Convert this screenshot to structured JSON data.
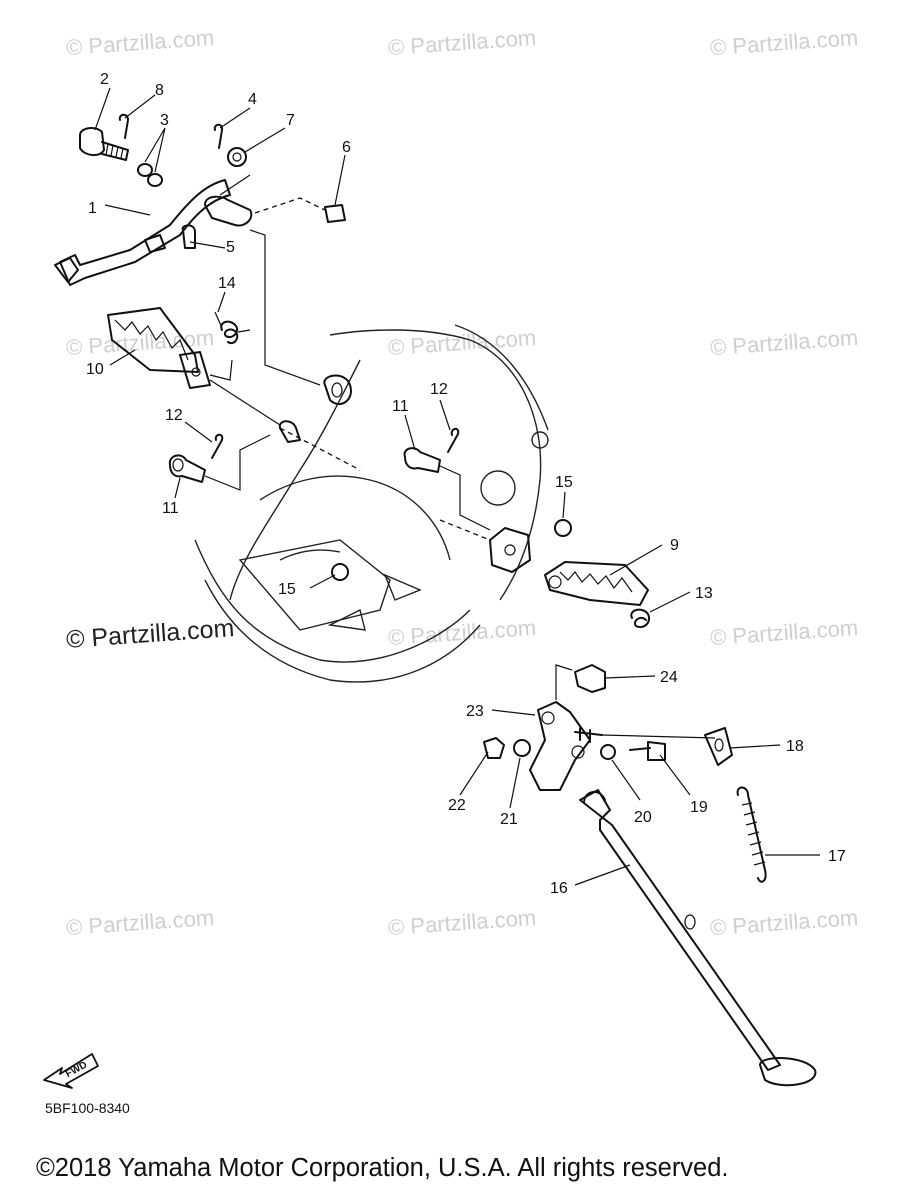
{
  "watermark": "© Partzilla.com",
  "callouts": [
    {
      "id": "c1",
      "label": "1"
    },
    {
      "id": "c2",
      "label": "2"
    },
    {
      "id": "c3",
      "label": "3"
    },
    {
      "id": "c4",
      "label": "4"
    },
    {
      "id": "c5",
      "label": "5"
    },
    {
      "id": "c6",
      "label": "6"
    },
    {
      "id": "c7",
      "label": "7"
    },
    {
      "id": "c8",
      "label": "8"
    },
    {
      "id": "c9",
      "label": "9"
    },
    {
      "id": "c10",
      "label": "10"
    },
    {
      "id": "c11a",
      "label": "11"
    },
    {
      "id": "c11b",
      "label": "11"
    },
    {
      "id": "c12a",
      "label": "12"
    },
    {
      "id": "c12b",
      "label": "12"
    },
    {
      "id": "c13",
      "label": "13"
    },
    {
      "id": "c14",
      "label": "14"
    },
    {
      "id": "c15a",
      "label": "15"
    },
    {
      "id": "c15b",
      "label": "15"
    },
    {
      "id": "c16",
      "label": "16"
    },
    {
      "id": "c17",
      "label": "17"
    },
    {
      "id": "c18",
      "label": "18"
    },
    {
      "id": "c19",
      "label": "19"
    },
    {
      "id": "c20",
      "label": "20"
    },
    {
      "id": "c21",
      "label": "21"
    },
    {
      "id": "c22",
      "label": "22"
    },
    {
      "id": "c23",
      "label": "23"
    },
    {
      "id": "c24",
      "label": "24"
    }
  ],
  "fwd_label": "FWD",
  "diagram_code": "5BF100-8340",
  "copyright": "©2018  Yamaha Motor Corporation, U.S.A. All rights reserved."
}
